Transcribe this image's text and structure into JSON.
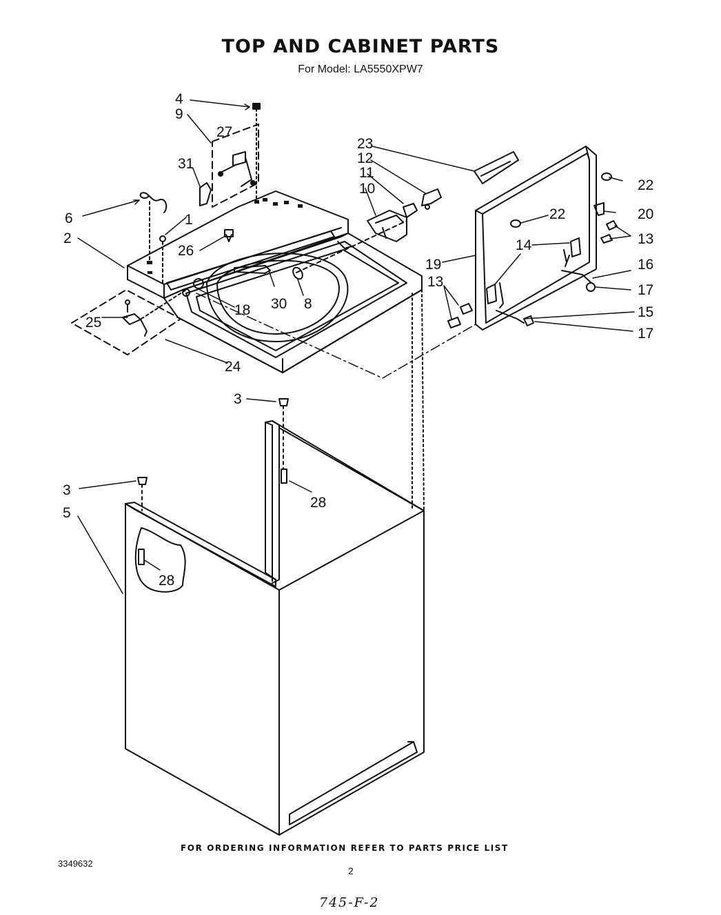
{
  "title": "TOP AND CABINET PARTS",
  "subtitle": "For Model: LA5550XPW7",
  "callouts": {
    "c1": "1",
    "c2": "2",
    "c3a": "3",
    "c3b": "3",
    "c4": "4",
    "c5": "5",
    "c6": "6",
    "c8": "8",
    "c9": "9",
    "c10": "10",
    "c11": "11",
    "c12": "12",
    "c13a": "13",
    "c13b": "13",
    "c14": "14",
    "c15": "15",
    "c16": "16",
    "c17a": "17",
    "c17b": "17",
    "c18": "18",
    "c19": "19",
    "c20": "20",
    "c22a": "22",
    "c22b": "22",
    "c23": "23",
    "c24": "24",
    "c25": "25",
    "c26": "26",
    "c27": "27",
    "c28a": "28",
    "c28b": "28",
    "c30": "30",
    "c31": "31"
  },
  "footer": "FOR ORDERING INFORMATION REFER TO PARTS PRICE LIST",
  "doc_number": "3349632",
  "page_number": "2",
  "handwritten_note": "745-F-2"
}
